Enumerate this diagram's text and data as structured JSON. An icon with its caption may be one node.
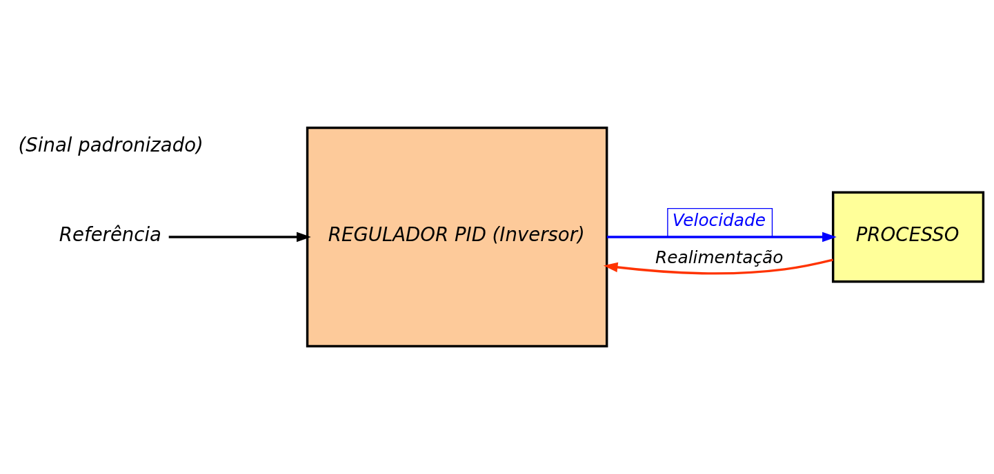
{
  "diagram": {
    "nodes": [
      {
        "text": [
          "Referência"
        ]
      },
      {
        "text": [
          "REGULADOR PID (Inversor)"
        ]
      },
      {
        "text": [
          "PROCESSO"
        ]
      }
    ],
    "edges": [
      {
        "from": 0,
        "to": 1,
        "arrow": "to",
        "color": "#000000"
      },
      {
        "from": 1,
        "to": 2,
        "arrow": "to",
        "label": "Velocidade",
        "color": "#0000ff"
      },
      {
        "from": 2,
        "to": 1,
        "arrow": "to",
        "label": "Realimentação",
        "color": "#ff3300"
      }
    ],
    "labels": [
      "(Sinal padronizado)"
    ]
  }
}
